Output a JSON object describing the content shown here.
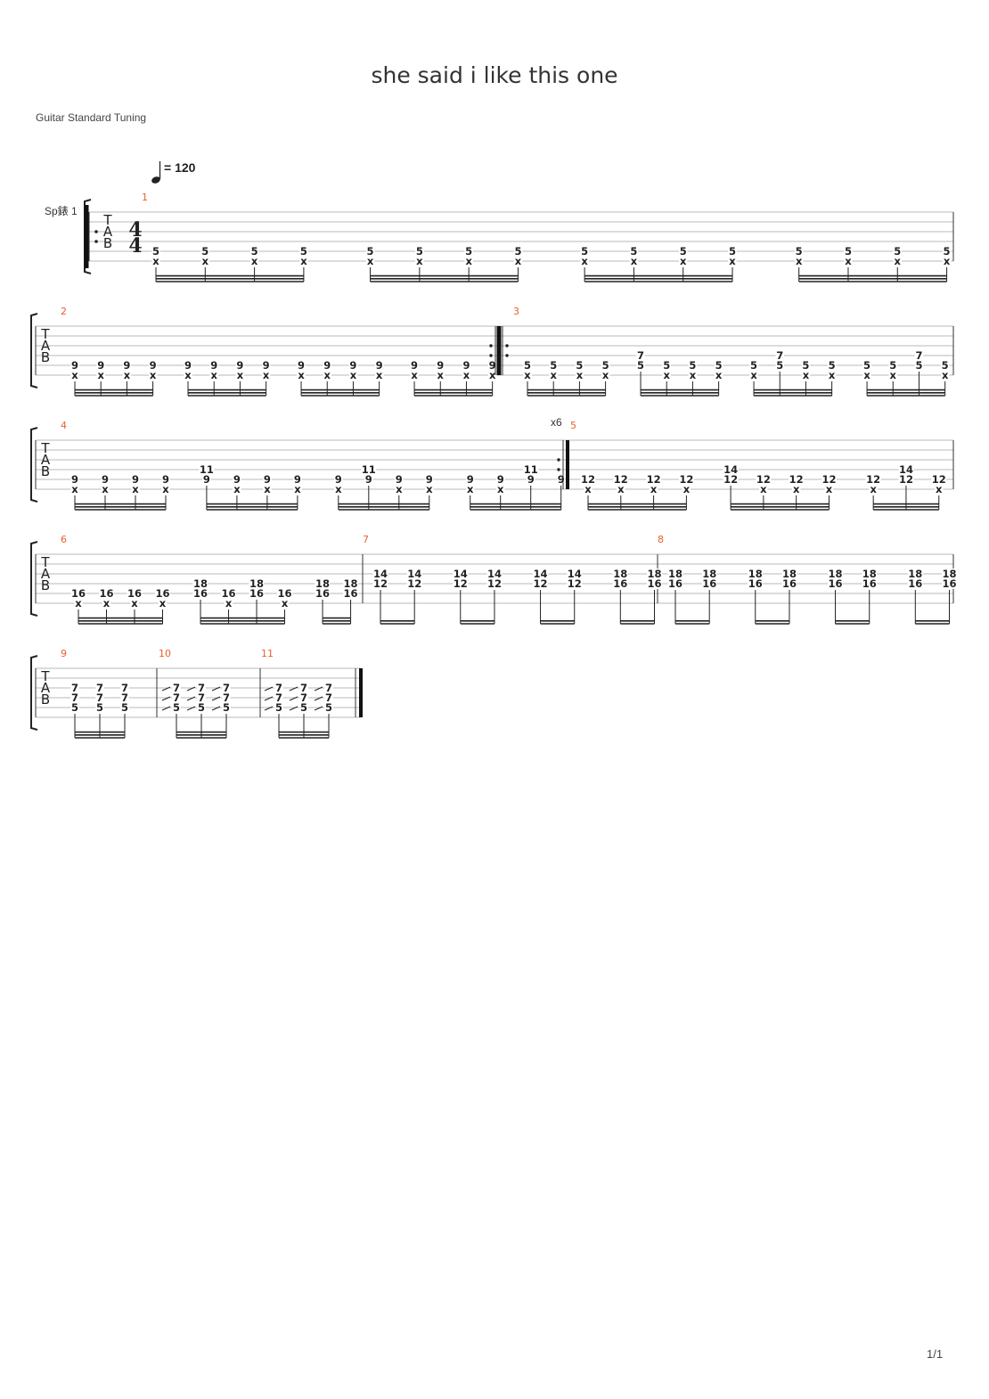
{
  "score": {
    "title": "she said i like this one",
    "tuning": "Guitar Standard Tuning",
    "track_label": "Sp錶 1",
    "tempo": "= 120",
    "time_signature": [
      "4",
      "4"
    ],
    "tab_letters": [
      "T",
      "A",
      "B"
    ],
    "repeat_count": "x6",
    "page_number": "1/1"
  },
  "measures": [
    {
      "number": "1",
      "events": [
        [
          [
            4,
            "5"
          ],
          [
            5,
            "x"
          ]
        ],
        [
          [
            4,
            "5"
          ],
          [
            5,
            "x"
          ]
        ],
        [
          [
            4,
            "5"
          ],
          [
            5,
            "x"
          ]
        ],
        [
          [
            4,
            "5"
          ],
          [
            5,
            "x"
          ]
        ],
        [
          [
            4,
            "5"
          ],
          [
            5,
            "x"
          ]
        ],
        [
          [
            4,
            "5"
          ],
          [
            5,
            "x"
          ]
        ],
        [
          [
            4,
            "5"
          ],
          [
            5,
            "x"
          ]
        ],
        [
          [
            4,
            "5"
          ],
          [
            5,
            "x"
          ]
        ],
        [
          [
            4,
            "5"
          ],
          [
            5,
            "x"
          ]
        ],
        [
          [
            4,
            "5"
          ],
          [
            5,
            "x"
          ]
        ],
        [
          [
            4,
            "5"
          ],
          [
            5,
            "x"
          ]
        ],
        [
          [
            4,
            "5"
          ],
          [
            5,
            "x"
          ]
        ],
        [
          [
            4,
            "5"
          ],
          [
            5,
            "x"
          ]
        ],
        [
          [
            4,
            "5"
          ],
          [
            5,
            "x"
          ]
        ],
        [
          [
            4,
            "5"
          ],
          [
            5,
            "x"
          ]
        ],
        [
          [
            4,
            "5"
          ],
          [
            5,
            "x"
          ]
        ]
      ]
    },
    {
      "number": "2",
      "events": [
        [
          [
            4,
            "9"
          ],
          [
            5,
            "x"
          ]
        ],
        [
          [
            4,
            "9"
          ],
          [
            5,
            "x"
          ]
        ],
        [
          [
            4,
            "9"
          ],
          [
            5,
            "x"
          ]
        ],
        [
          [
            4,
            "9"
          ],
          [
            5,
            "x"
          ]
        ],
        [
          [
            4,
            "9"
          ],
          [
            5,
            "x"
          ]
        ],
        [
          [
            4,
            "9"
          ],
          [
            5,
            "x"
          ]
        ],
        [
          [
            4,
            "9"
          ],
          [
            5,
            "x"
          ]
        ],
        [
          [
            4,
            "9"
          ],
          [
            5,
            "x"
          ]
        ],
        [
          [
            4,
            "9"
          ],
          [
            5,
            "x"
          ]
        ],
        [
          [
            4,
            "9"
          ],
          [
            5,
            "x"
          ]
        ],
        [
          [
            4,
            "9"
          ],
          [
            5,
            "x"
          ]
        ],
        [
          [
            4,
            "9"
          ],
          [
            5,
            "x"
          ]
        ],
        [
          [
            4,
            "9"
          ],
          [
            5,
            "x"
          ]
        ],
        [
          [
            4,
            "9"
          ],
          [
            5,
            "x"
          ]
        ],
        [
          [
            4,
            "9"
          ],
          [
            5,
            "x"
          ]
        ],
        [
          [
            4,
            "9"
          ],
          [
            5,
            "x"
          ]
        ]
      ]
    },
    {
      "number": "3",
      "events": [
        [
          [
            4,
            "5"
          ],
          [
            5,
            "x"
          ]
        ],
        [
          [
            4,
            "5"
          ],
          [
            5,
            "x"
          ]
        ],
        [
          [
            4,
            "5"
          ],
          [
            5,
            "x"
          ]
        ],
        [
          [
            4,
            "5"
          ],
          [
            5,
            "x"
          ]
        ],
        [
          [
            3,
            "7"
          ],
          [
            4,
            "5"
          ]
        ],
        [
          [
            4,
            "5"
          ],
          [
            5,
            "x"
          ]
        ],
        [
          [
            4,
            "5"
          ],
          [
            5,
            "x"
          ]
        ],
        [
          [
            4,
            "5"
          ],
          [
            5,
            "x"
          ]
        ],
        [
          [
            4,
            "5"
          ],
          [
            5,
            "x"
          ]
        ],
        [
          [
            3,
            "7"
          ],
          [
            4,
            "5"
          ]
        ],
        [
          [
            4,
            "5"
          ],
          [
            5,
            "x"
          ]
        ],
        [
          [
            4,
            "5"
          ],
          [
            5,
            "x"
          ]
        ],
        [
          [
            4,
            "5"
          ],
          [
            5,
            "x"
          ]
        ],
        [
          [
            4,
            "5"
          ],
          [
            5,
            "x"
          ]
        ],
        [
          [
            3,
            "7"
          ],
          [
            4,
            "5"
          ]
        ],
        [
          [
            4,
            "5"
          ],
          [
            5,
            "x"
          ]
        ]
      ]
    },
    {
      "number": "4",
      "events": [
        [
          [
            4,
            "9"
          ],
          [
            5,
            "x"
          ]
        ],
        [
          [
            4,
            "9"
          ],
          [
            5,
            "x"
          ]
        ],
        [
          [
            4,
            "9"
          ],
          [
            5,
            "x"
          ]
        ],
        [
          [
            4,
            "9"
          ],
          [
            5,
            "x"
          ]
        ],
        [
          [
            3,
            "11"
          ],
          [
            4,
            "9"
          ]
        ],
        [
          [
            4,
            "9"
          ],
          [
            5,
            "x"
          ]
        ],
        [
          [
            4,
            "9"
          ],
          [
            5,
            "x"
          ]
        ],
        [
          [
            4,
            "9"
          ],
          [
            5,
            "x"
          ]
        ],
        [
          [
            4,
            "9"
          ],
          [
            5,
            "x"
          ]
        ],
        [
          [
            3,
            "11"
          ],
          [
            4,
            "9"
          ]
        ],
        [
          [
            4,
            "9"
          ],
          [
            5,
            "x"
          ]
        ],
        [
          [
            4,
            "9"
          ],
          [
            5,
            "x"
          ]
        ],
        [
          [
            4,
            "9"
          ],
          [
            5,
            "x"
          ]
        ],
        [
          [
            4,
            "9"
          ],
          [
            5,
            "x"
          ]
        ],
        [
          [
            3,
            "11"
          ],
          [
            4,
            "9"
          ]
        ],
        [
          [
            4,
            "9"
          ]
        ]
      ]
    },
    {
      "number": "5",
      "events": [
        [
          [
            4,
            "12"
          ],
          [
            5,
            "x"
          ]
        ],
        [
          [
            4,
            "12"
          ],
          [
            5,
            "x"
          ]
        ],
        [
          [
            4,
            "12"
          ],
          [
            5,
            "x"
          ]
        ],
        [
          [
            4,
            "12"
          ],
          [
            5,
            "x"
          ]
        ],
        [
          [
            3,
            "14"
          ],
          [
            4,
            "12"
          ]
        ],
        [
          [
            4,
            "12"
          ],
          [
            5,
            "x"
          ]
        ],
        [
          [
            4,
            "12"
          ],
          [
            5,
            "x"
          ]
        ],
        [
          [
            4,
            "12"
          ],
          [
            5,
            "x"
          ]
        ],
        [
          [
            4,
            "12"
          ],
          [
            5,
            "x"
          ]
        ],
        [
          [
            3,
            "14"
          ],
          [
            4,
            "12"
          ]
        ],
        [
          [
            4,
            "12"
          ],
          [
            5,
            "x"
          ]
        ]
      ]
    },
    {
      "number": "6",
      "events": [
        [
          [
            4,
            "16"
          ],
          [
            5,
            "x"
          ]
        ],
        [
          [
            4,
            "16"
          ],
          [
            5,
            "x"
          ]
        ],
        [
          [
            4,
            "16"
          ],
          [
            5,
            "x"
          ]
        ],
        [
          [
            4,
            "16"
          ],
          [
            5,
            "x"
          ]
        ],
        [
          [
            3,
            "18"
          ],
          [
            4,
            "16"
          ]
        ],
        [
          [
            4,
            "16"
          ],
          [
            5,
            "x"
          ]
        ],
        [
          [
            3,
            "18"
          ],
          [
            4,
            "16"
          ]
        ],
        [
          [
            4,
            "16"
          ],
          [
            5,
            "x"
          ]
        ],
        [
          [
            3,
            "18"
          ],
          [
            4,
            "16"
          ]
        ],
        [
          [
            3,
            "18"
          ],
          [
            4,
            "16"
          ]
        ]
      ]
    },
    {
      "number": "7",
      "events": [
        [
          [
            2,
            "14"
          ],
          [
            3,
            "12"
          ]
        ],
        [
          [
            2,
            "14"
          ],
          [
            3,
            "12"
          ]
        ],
        [
          [
            2,
            "14"
          ],
          [
            3,
            "12"
          ]
        ],
        [
          [
            2,
            "14"
          ],
          [
            3,
            "12"
          ]
        ],
        [
          [
            2,
            "14"
          ],
          [
            3,
            "12"
          ]
        ],
        [
          [
            2,
            "14"
          ],
          [
            3,
            "12"
          ]
        ],
        [
          [
            2,
            "18"
          ],
          [
            3,
            "16"
          ]
        ],
        [
          [
            2,
            "18"
          ],
          [
            3,
            "16"
          ]
        ]
      ]
    },
    {
      "number": "8",
      "events": [
        [
          [
            2,
            "18"
          ],
          [
            3,
            "16"
          ]
        ],
        [
          [
            2,
            "18"
          ],
          [
            3,
            "16"
          ]
        ],
        [
          [
            2,
            "18"
          ],
          [
            3,
            "16"
          ]
        ],
        [
          [
            2,
            "18"
          ],
          [
            3,
            "16"
          ]
        ],
        [
          [
            2,
            "18"
          ],
          [
            3,
            "16"
          ]
        ],
        [
          [
            2,
            "18"
          ],
          [
            3,
            "16"
          ]
        ],
        [
          [
            2,
            "18"
          ],
          [
            3,
            "16"
          ]
        ],
        [
          [
            2,
            "18"
          ],
          [
            3,
            "16"
          ]
        ]
      ]
    },
    {
      "number": "9",
      "events": [
        [
          [
            2,
            "7"
          ],
          [
            3,
            "7"
          ],
          [
            4,
            "5"
          ]
        ],
        [
          [
            2,
            "7"
          ],
          [
            3,
            "7"
          ],
          [
            4,
            "5"
          ]
        ],
        [
          [
            2,
            "7"
          ],
          [
            3,
            "7"
          ],
          [
            4,
            "5"
          ]
        ]
      ]
    },
    {
      "number": "10",
      "events": [
        [
          [
            2,
            "7"
          ],
          [
            3,
            "7"
          ],
          [
            4,
            "5"
          ]
        ],
        [
          [
            2,
            "7"
          ],
          [
            3,
            "7"
          ],
          [
            4,
            "5"
          ]
        ],
        [
          [
            2,
            "7"
          ],
          [
            3,
            "7"
          ],
          [
            4,
            "5"
          ]
        ]
      ]
    },
    {
      "number": "11",
      "events": [
        [
          [
            2,
            "7"
          ],
          [
            3,
            "7"
          ],
          [
            4,
            "5"
          ]
        ],
        [
          [
            2,
            "7"
          ],
          [
            3,
            "7"
          ],
          [
            4,
            "5"
          ]
        ],
        [
          [
            2,
            "7"
          ],
          [
            3,
            "7"
          ],
          [
            4,
            "5"
          ]
        ]
      ]
    }
  ]
}
